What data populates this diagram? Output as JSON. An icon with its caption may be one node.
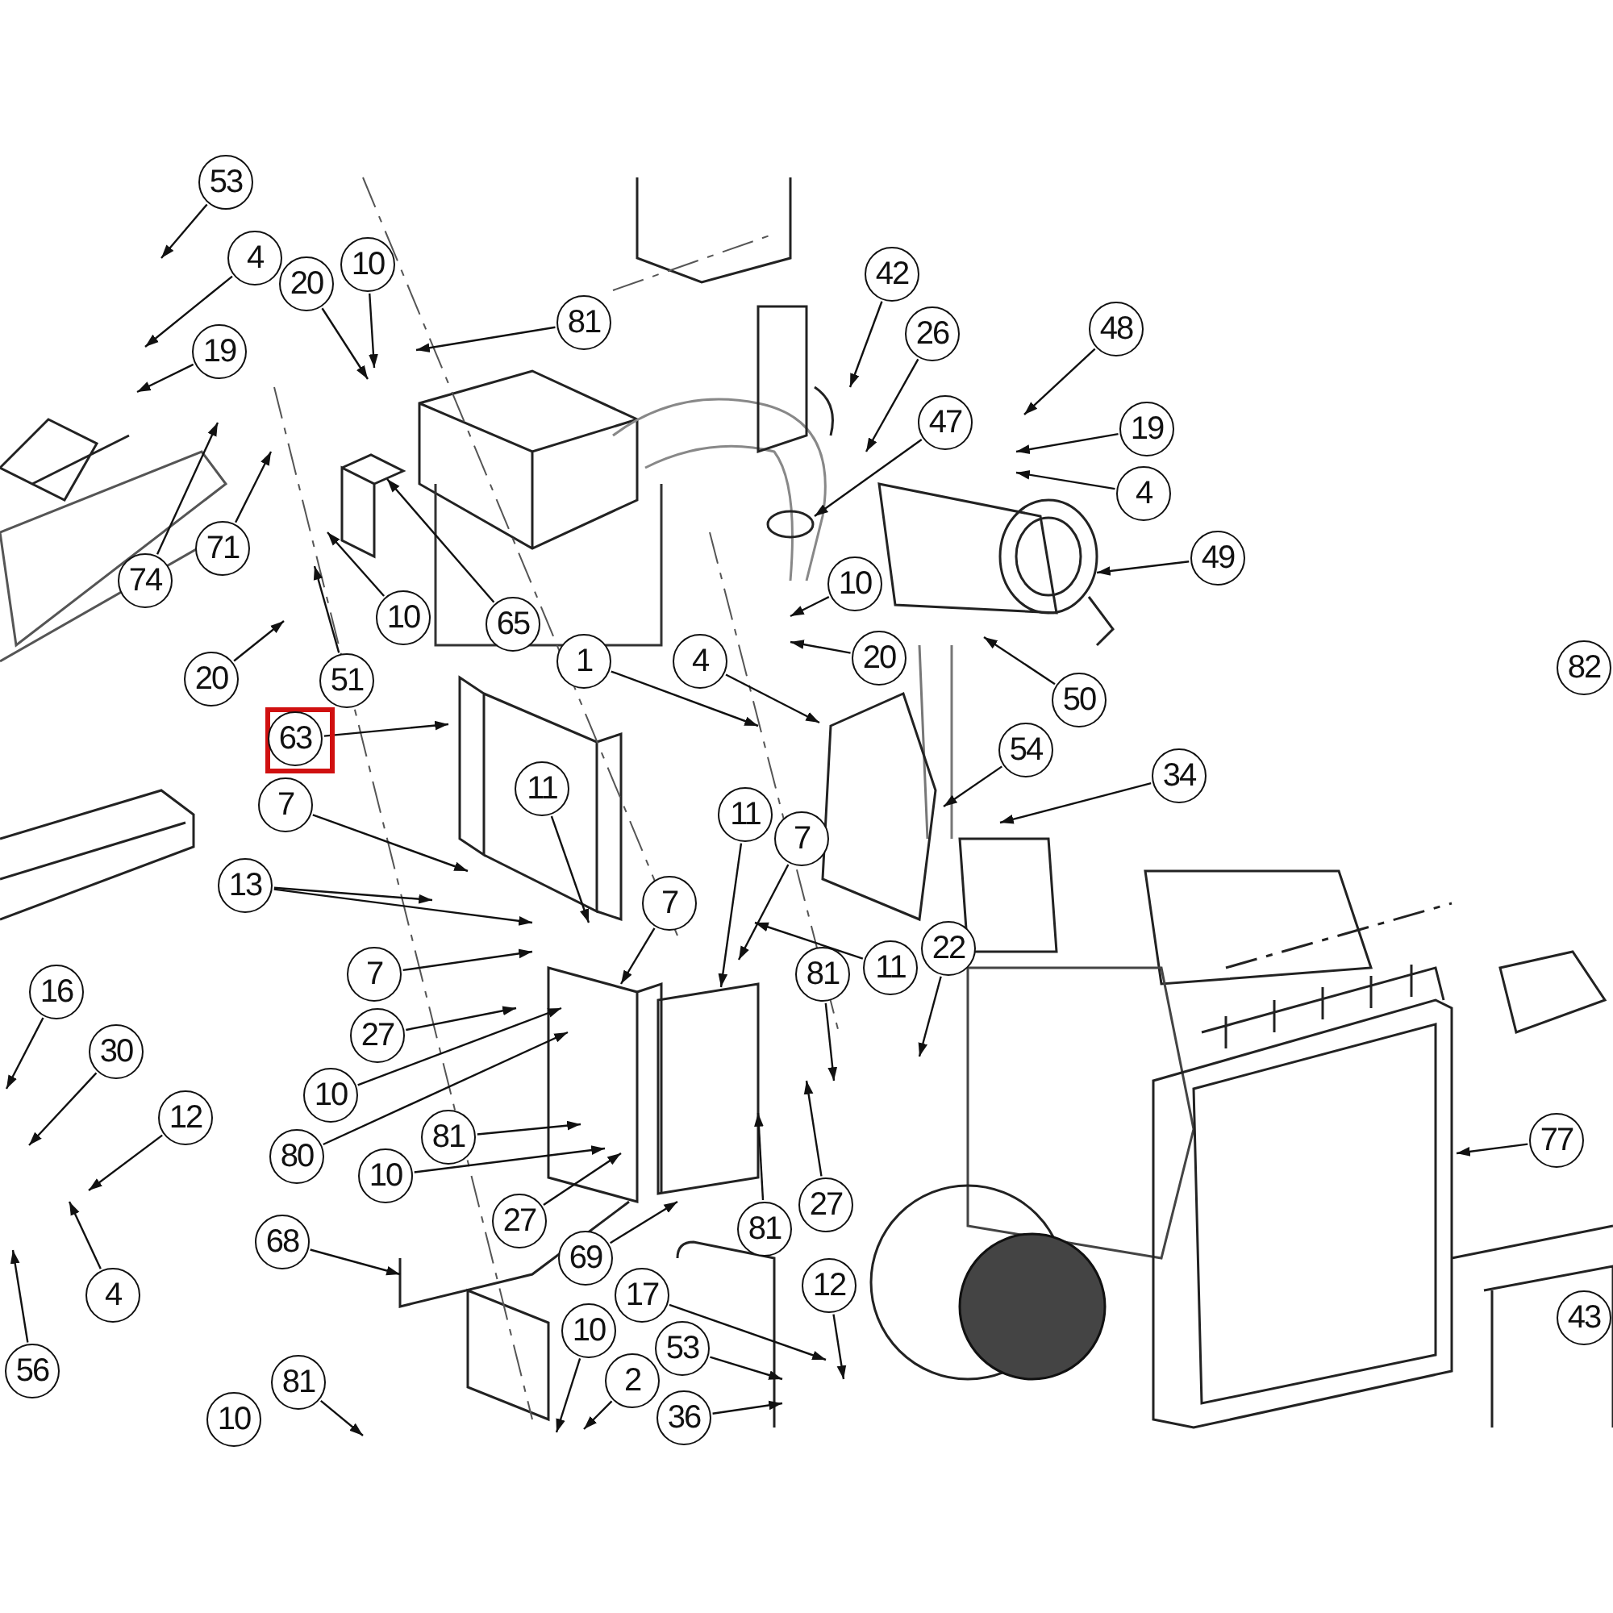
{
  "diagram": {
    "nodes": [
      {
        "text": [
          "53"
        ]
      },
      {
        "text": [
          "4"
        ]
      },
      {
        "text": [
          "20"
        ]
      },
      {
        "text": [
          "10"
        ]
      },
      {
        "text": [
          "81"
        ]
      },
      {
        "text": [
          "19"
        ]
      },
      {
        "text": [
          "74"
        ]
      },
      {
        "text": [
          "71"
        ]
      },
      {
        "text": [
          "65"
        ]
      },
      {
        "text": [
          "10"
        ]
      },
      {
        "text": [
          "20"
        ]
      },
      {
        "text": [
          "51"
        ]
      },
      {
        "text": [
          "63"
        ]
      },
      {
        "text": [
          "1"
        ]
      },
      {
        "text": [
          "4"
        ]
      },
      {
        "text": [
          "10"
        ]
      },
      {
        "text": [
          "20"
        ]
      },
      {
        "text": [
          "42"
        ]
      },
      {
        "text": [
          "26"
        ]
      },
      {
        "text": [
          "47"
        ]
      },
      {
        "text": [
          "48"
        ]
      },
      {
        "text": [
          "19"
        ]
      },
      {
        "text": [
          "4"
        ]
      },
      {
        "text": [
          "49"
        ]
      },
      {
        "text": [
          "50"
        ]
      },
      {
        "text": [
          "82"
        ]
      },
      {
        "text": [
          "54"
        ]
      },
      {
        "text": [
          "34"
        ]
      },
      {
        "text": [
          "7"
        ]
      },
      {
        "text": [
          "11"
        ]
      },
      {
        "text": [
          "11"
        ]
      },
      {
        "text": [
          "7"
        ]
      },
      {
        "text": [
          "13"
        ]
      },
      {
        "text": [
          "7"
        ]
      },
      {
        "text": [
          "11"
        ]
      },
      {
        "text": [
          "22"
        ]
      },
      {
        "text": [
          "7"
        ]
      },
      {
        "text": [
          "81"
        ]
      },
      {
        "text": [
          "16"
        ]
      },
      {
        "text": [
          "30"
        ]
      },
      {
        "text": [
          "27"
        ]
      },
      {
        "text": [
          "12"
        ]
      },
      {
        "text": [
          "10"
        ]
      },
      {
        "text": [
          "80"
        ]
      },
      {
        "text": [
          "81"
        ]
      },
      {
        "text": [
          "10"
        ]
      },
      {
        "text": [
          "27"
        ]
      },
      {
        "text": [
          "4"
        ]
      },
      {
        "text": [
          "56"
        ]
      },
      {
        "text": [
          "68"
        ]
      },
      {
        "text": [
          "69"
        ]
      },
      {
        "text": [
          "81"
        ]
      },
      {
        "text": [
          "27"
        ]
      },
      {
        "text": [
          "77"
        ]
      },
      {
        "text": [
          "43"
        ]
      },
      {
        "text": [
          "17"
        ]
      },
      {
        "text": [
          "10"
        ]
      },
      {
        "text": [
          "12"
        ]
      },
      {
        "text": [
          "53"
        ]
      },
      {
        "text": [
          "2"
        ]
      },
      {
        "text": [
          "81"
        ]
      },
      {
        "text": [
          "36"
        ]
      },
      {
        "text": [
          "10"
        ]
      }
    ],
    "edges": [
      {
        "from": 0,
        "to": null,
        "arrow": "to"
      },
      {
        "from": 1,
        "to": null,
        "arrow": "to"
      },
      {
        "from": 2,
        "to": null,
        "arrow": "to"
      },
      {
        "from": 3,
        "to": null,
        "arrow": "to"
      },
      {
        "from": 4,
        "to": null,
        "arrow": "to"
      },
      {
        "from": 5,
        "to": null,
        "arrow": "to"
      },
      {
        "from": 6,
        "to": null,
        "arrow": "to"
      },
      {
        "from": 7,
        "to": null,
        "arrow": "to"
      },
      {
        "from": 8,
        "to": null,
        "arrow": "to"
      },
      {
        "from": 9,
        "to": null,
        "arrow": "to"
      },
      {
        "from": 10,
        "to": null,
        "arrow": "to"
      },
      {
        "from": 11,
        "to": null,
        "arrow": "to"
      },
      {
        "from": 12,
        "to": null,
        "arrow": "to"
      },
      {
        "from": 13,
        "to": null,
        "arrow": "to"
      },
      {
        "from": 14,
        "to": null,
        "arrow": "to"
      },
      {
        "from": 15,
        "to": null,
        "arrow": "to"
      },
      {
        "from": 16,
        "to": null,
        "arrow": "to"
      },
      {
        "from": 17,
        "to": null,
        "arrow": "to"
      },
      {
        "from": 18,
        "to": null,
        "arrow": "to"
      },
      {
        "from": 19,
        "to": null,
        "arrow": "to"
      },
      {
        "from": 20,
        "to": null,
        "arrow": "to"
      },
      {
        "from": 21,
        "to": null,
        "arrow": "to"
      },
      {
        "from": 22,
        "to": null,
        "arrow": "to"
      },
      {
        "from": 23,
        "to": null,
        "arrow": "to"
      },
      {
        "from": 24,
        "to": null,
        "arrow": "to"
      },
      {
        "from": 26,
        "to": null,
        "arrow": "to"
      },
      {
        "from": 27,
        "to": null,
        "arrow": "to"
      },
      {
        "from": 28,
        "to": null,
        "arrow": "to"
      },
      {
        "from": 29,
        "to": null,
        "arrow": "to"
      },
      {
        "from": 30,
        "to": null,
        "arrow": "to"
      },
      {
        "from": 31,
        "to": null,
        "arrow": "to"
      },
      {
        "from": 32,
        "to": null,
        "arrow": "to"
      },
      {
        "from": 32,
        "to": null,
        "arrow": "to"
      },
      {
        "from": 33,
        "to": null,
        "arrow": "to"
      },
      {
        "from": 34,
        "to": null,
        "arrow": "to"
      },
      {
        "from": 35,
        "to": null,
        "arrow": "to"
      },
      {
        "from": 36,
        "to": null,
        "arrow": "to"
      },
      {
        "from": 37,
        "to": null,
        "arrow": "to"
      },
      {
        "from": 38,
        "to": null,
        "arrow": "to"
      },
      {
        "from": 39,
        "to": null,
        "arrow": "to"
      },
      {
        "from": 40,
        "to": null,
        "arrow": "to"
      },
      {
        "from": 41,
        "to": null,
        "arrow": "to"
      },
      {
        "from": 42,
        "to": null,
        "arrow": "to"
      },
      {
        "from": 43,
        "to": null,
        "arrow": "to"
      },
      {
        "from": 44,
        "to": null,
        "arrow": "to"
      },
      {
        "from": 45,
        "to": null,
        "arrow": "to"
      },
      {
        "from": 46,
        "to": null,
        "arrow": "to"
      },
      {
        "from": 47,
        "to": null,
        "arrow": "to"
      },
      {
        "from": 48,
        "to": null,
        "arrow": "to"
      },
      {
        "from": 49,
        "to": null,
        "arrow": "to"
      },
      {
        "from": 50,
        "to": null,
        "arrow": "to"
      },
      {
        "from": 51,
        "to": null,
        "arrow": "to"
      },
      {
        "from": 52,
        "to": null,
        "arrow": "to"
      },
      {
        "from": 53,
        "to": null,
        "arrow": "to"
      },
      {
        "from": 55,
        "to": null,
        "arrow": "to"
      },
      {
        "from": 56,
        "to": null,
        "arrow": "to"
      },
      {
        "from": 57,
        "to": null,
        "arrow": "to"
      },
      {
        "from": 58,
        "to": null,
        "arrow": "to"
      },
      {
        "from": 59,
        "to": null,
        "arrow": "to"
      },
      {
        "from": 60,
        "to": null,
        "arrow": "to"
      },
      {
        "from": 61,
        "to": null,
        "arrow": "to"
      }
    ]
  }
}
